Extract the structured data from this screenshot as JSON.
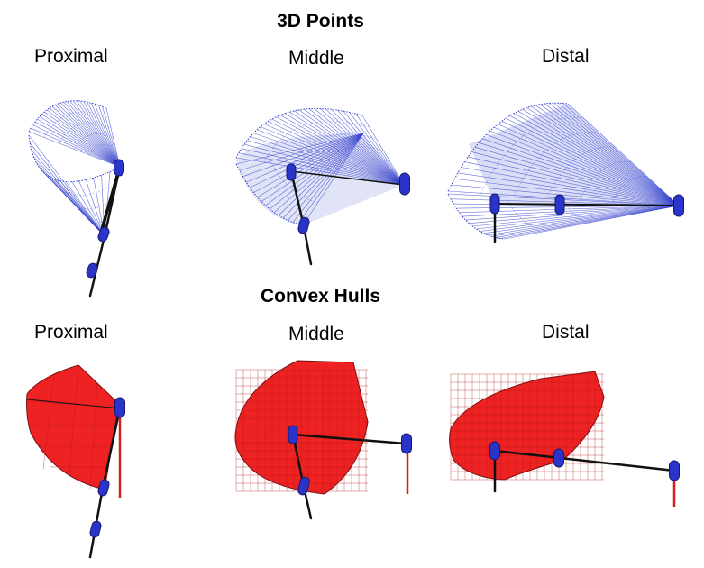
{
  "sections": [
    {
      "title": "3D Points",
      "panels": [
        "Proximal",
        "Middle",
        "Distal"
      ]
    },
    {
      "title": "Convex Hulls",
      "panels": [
        "Proximal",
        "Middle",
        "Distal"
      ]
    }
  ],
  "colors": {
    "points": "#3340cc",
    "hull": "#ee2222",
    "hull_grid": "#b01818",
    "link": "#111111",
    "joint": "#2a34c8",
    "actuator": "#d42020"
  }
}
